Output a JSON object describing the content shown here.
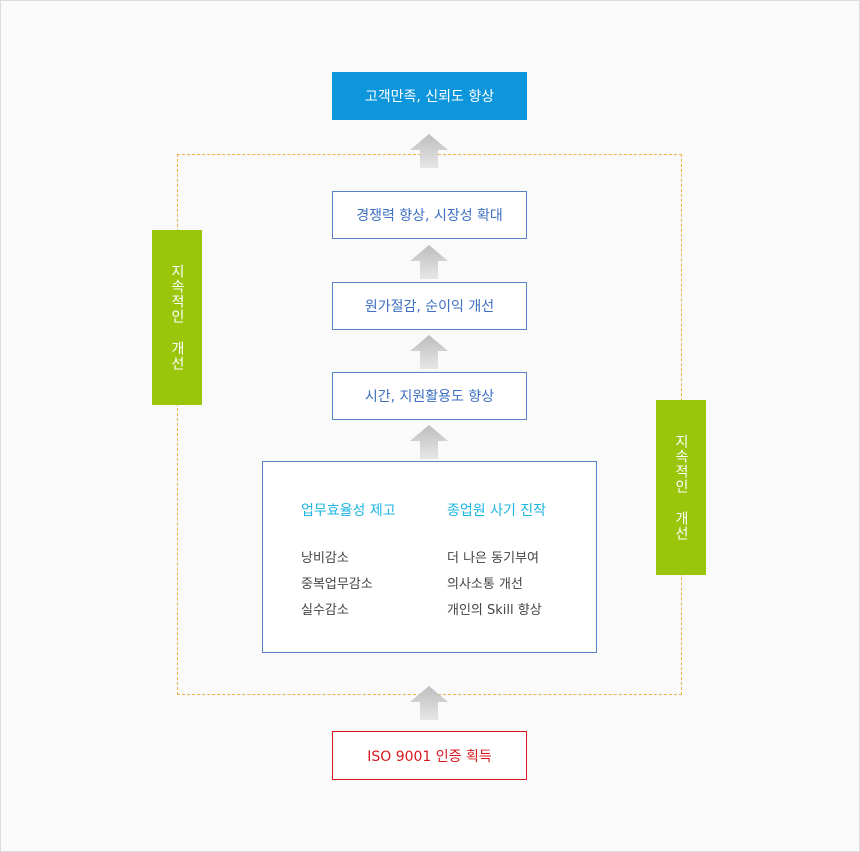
{
  "top": {
    "label": "고객만족, 신뢰도 향상"
  },
  "steps": [
    {
      "label": "경쟁력 향상, 시장성 확대"
    },
    {
      "label": "원가절감, 순이익 개선"
    },
    {
      "label": "시간, 지원활용도 향상"
    }
  ],
  "side_labels": {
    "left": "지속적인 개선",
    "right": "지속적인 개선"
  },
  "main": {
    "columns": [
      {
        "title": "업무효율성 제고",
        "items": [
          "낭비감소",
          "중복업무감소",
          "실수감소"
        ]
      },
      {
        "title": "종업원 사기 진작",
        "items": [
          "더 나은 동기부여",
          "의사소통 개선",
          "개인의 Skill 향상"
        ]
      }
    ]
  },
  "bottom": {
    "label": "ISO 9001 인증 획득"
  },
  "colors": {
    "top_fill": "#0e96dc",
    "step_border": "#5a83c7",
    "side_fill": "#99c50a",
    "iso_border": "#d7191f",
    "column_title": "#1cb5e0",
    "dashed_frame": "#f0b04a",
    "arrow": "#c8c8c8"
  }
}
